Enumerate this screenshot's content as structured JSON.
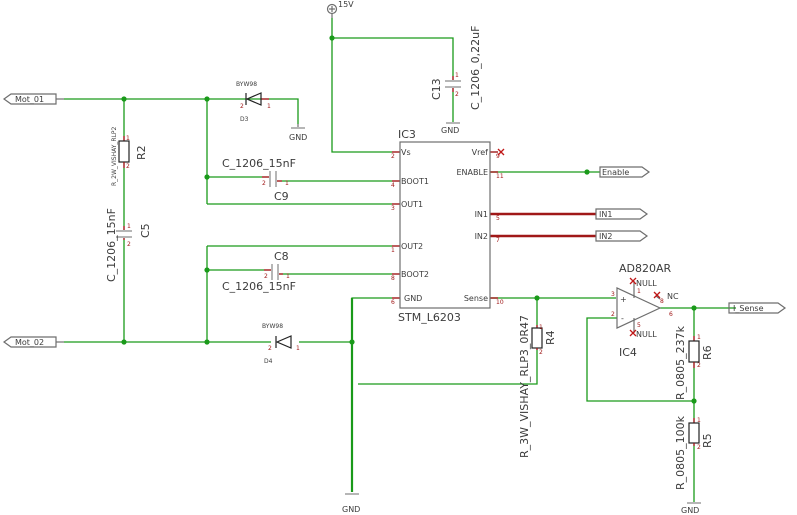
{
  "supply": {
    "label": "15V"
  },
  "ports": {
    "mot1": "Mot_01",
    "mot2": "Mot_02",
    "enable": "Enable",
    "in1": "IN1",
    "in2": "IN2",
    "isense": "I_Sense"
  },
  "gnd": {
    "label": "GND"
  },
  "ic3": {
    "name": "IC3",
    "value": "STM_L6203",
    "pins": {
      "vs": "Vs",
      "boot1": "BOOT1",
      "out1": "OUT1",
      "out2": "OUT2",
      "boot2": "BOOT2",
      "gnd": "GND",
      "vref": "Vref",
      "enable": "ENABLE",
      "in1": "IN1",
      "in2": "IN2",
      "sense": "Sense"
    },
    "pin_numbers": {
      "vs": "2",
      "boot1": "4",
      "out1": "3",
      "out2": "1",
      "boot2": "8",
      "gnd": "6",
      "vref": "9",
      "enable": "11",
      "in1": "5",
      "in2": "7",
      "sense": "10"
    }
  },
  "ic4": {
    "name": "IC4",
    "value": "AD820AR",
    "null_top": "NULL",
    "null_bottom": "NULL",
    "nc": "NC",
    "plus": "+",
    "minus": "-",
    "pin_numbers": {
      "null_top": "1",
      "nc": "8",
      "plus": "3",
      "minus": "2",
      "null_bottom": "5",
      "out": "6"
    }
  },
  "components": {
    "c13": {
      "name": "C13",
      "value": "C_1206_0,22uF"
    },
    "c9": {
      "name": "C9",
      "value": "C_1206_15nF"
    },
    "c8": {
      "name": "C8",
      "value": "C_1206_15nF"
    },
    "c5": {
      "name": "C5",
      "value": "C_1206_15nF"
    },
    "r2": {
      "name": "R2",
      "value": "R_2W_VISHAY_RLP2"
    },
    "r4": {
      "name": "R4",
      "value": "R_3W_VISHAY_RLP3_0R47"
    },
    "r6": {
      "name": "R6",
      "value": "R_0805_237k"
    },
    "r5": {
      "name": "R5",
      "value": "R_0805_100k"
    },
    "d3": {
      "name": "D3",
      "value": "BYW98"
    },
    "d4": {
      "name": "D4",
      "value": "BYW98"
    }
  },
  "pin_labels": {
    "one": "1",
    "two": "2"
  }
}
